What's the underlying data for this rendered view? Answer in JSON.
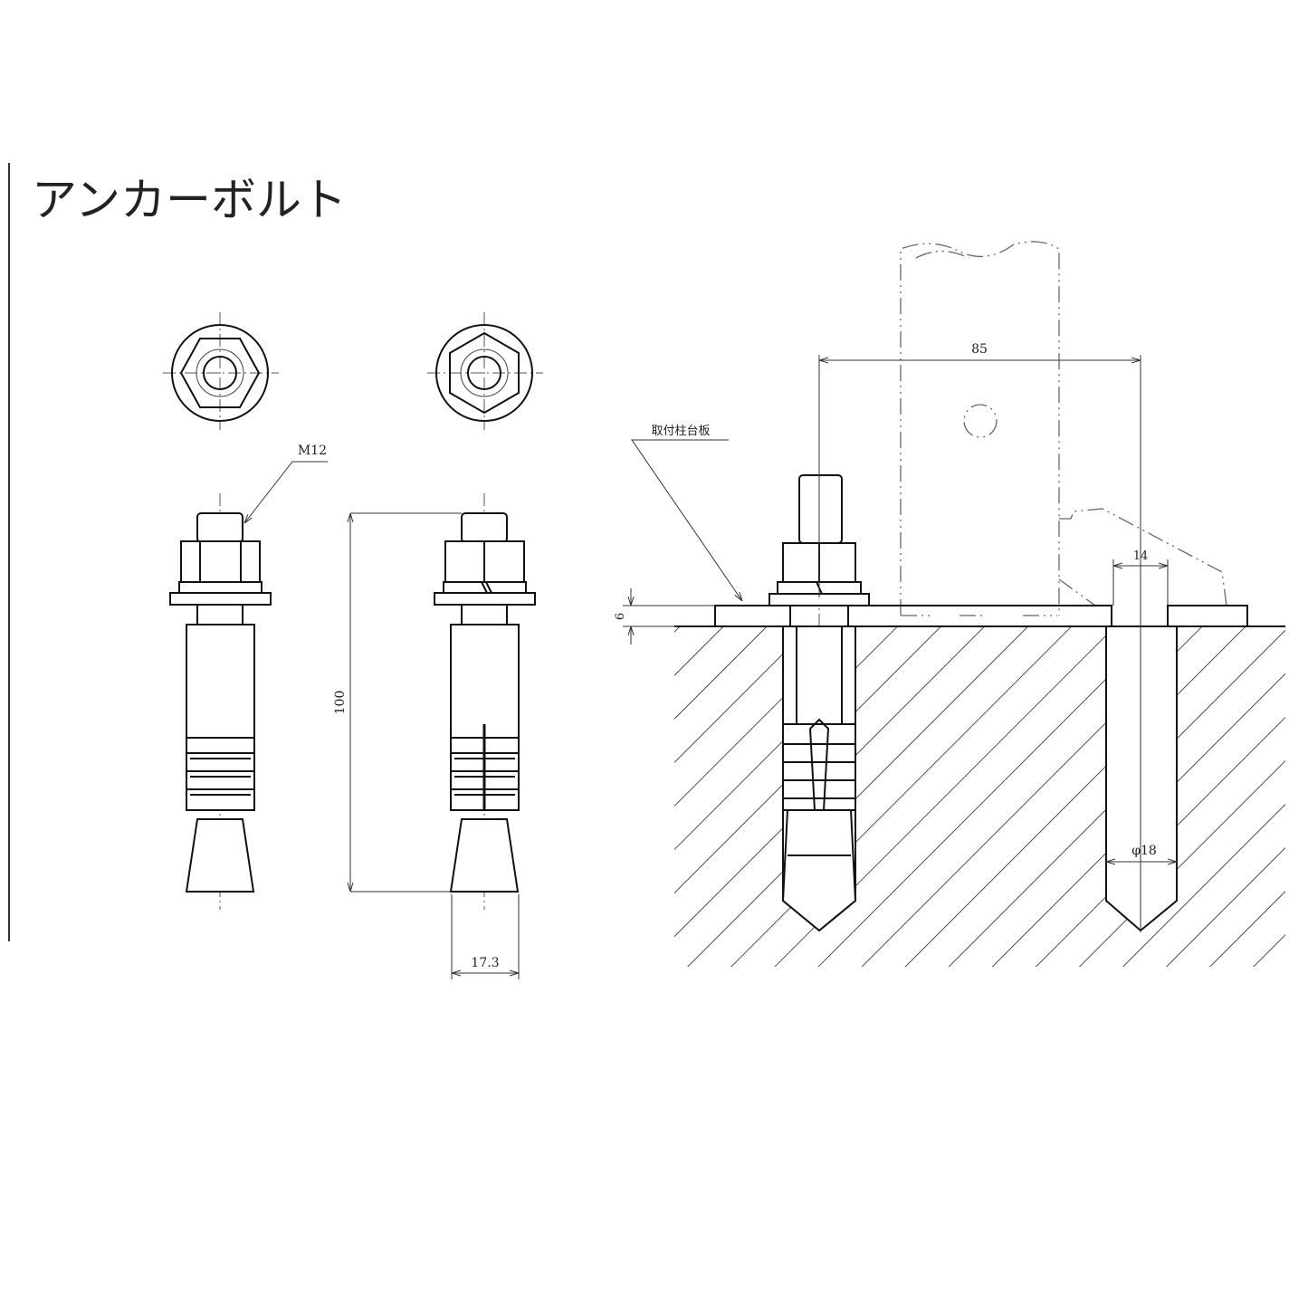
{
  "title": "アンカーボルト",
  "labels": {
    "thread_size": "M12",
    "length": "100",
    "width": "17.3",
    "spacing": "85",
    "plate_label": "取付柱台板",
    "plate_thickness": "6",
    "hole_width": "14",
    "drill_diameter": "φ18"
  }
}
